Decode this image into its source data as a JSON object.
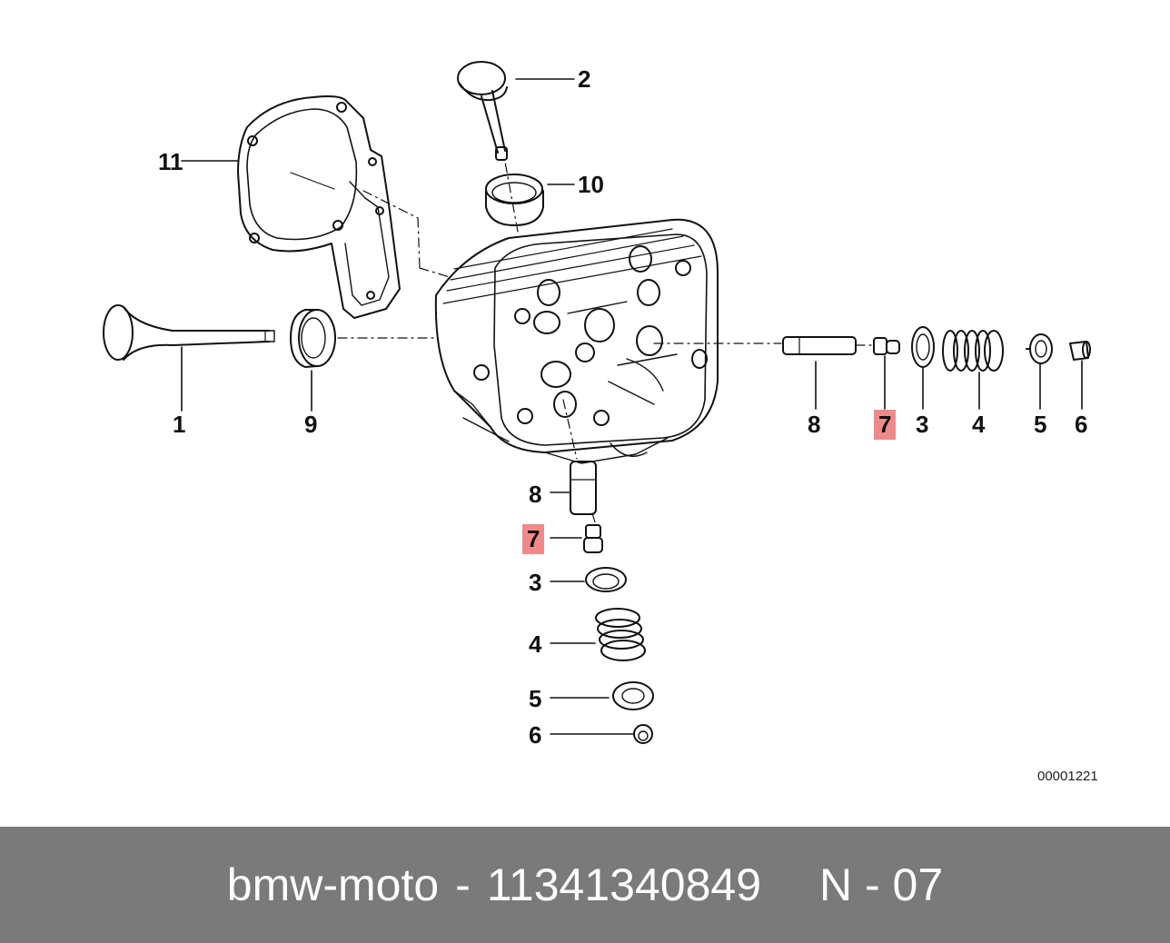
{
  "diagram": {
    "reference_number": "00001221",
    "callouts": [
      {
        "id": "c11",
        "label": "11"
      },
      {
        "id": "c2",
        "label": "2"
      },
      {
        "id": "c10",
        "label": "10"
      },
      {
        "id": "c1",
        "label": "1"
      },
      {
        "id": "c9",
        "label": "9"
      },
      {
        "id": "c8a",
        "label": "8"
      },
      {
        "id": "c7a",
        "label": "7",
        "highlighted": true
      },
      {
        "id": "c3a",
        "label": "3"
      },
      {
        "id": "c4a",
        "label": "4"
      },
      {
        "id": "c5a",
        "label": "5"
      },
      {
        "id": "c6a",
        "label": "6"
      },
      {
        "id": "c8b",
        "label": "8"
      },
      {
        "id": "c7b",
        "label": "7",
        "highlighted": true
      },
      {
        "id": "c3b",
        "label": "3"
      },
      {
        "id": "c4b",
        "label": "4"
      },
      {
        "id": "c5b",
        "label": "5"
      },
      {
        "id": "c6b",
        "label": "6"
      }
    ],
    "highlight_color": "#f08a8a"
  },
  "footer": {
    "brand": "bmw-moto",
    "separator": "-",
    "part_number": "11341340849",
    "page_code": "N - 07",
    "background_color": "#7a7a7a"
  }
}
